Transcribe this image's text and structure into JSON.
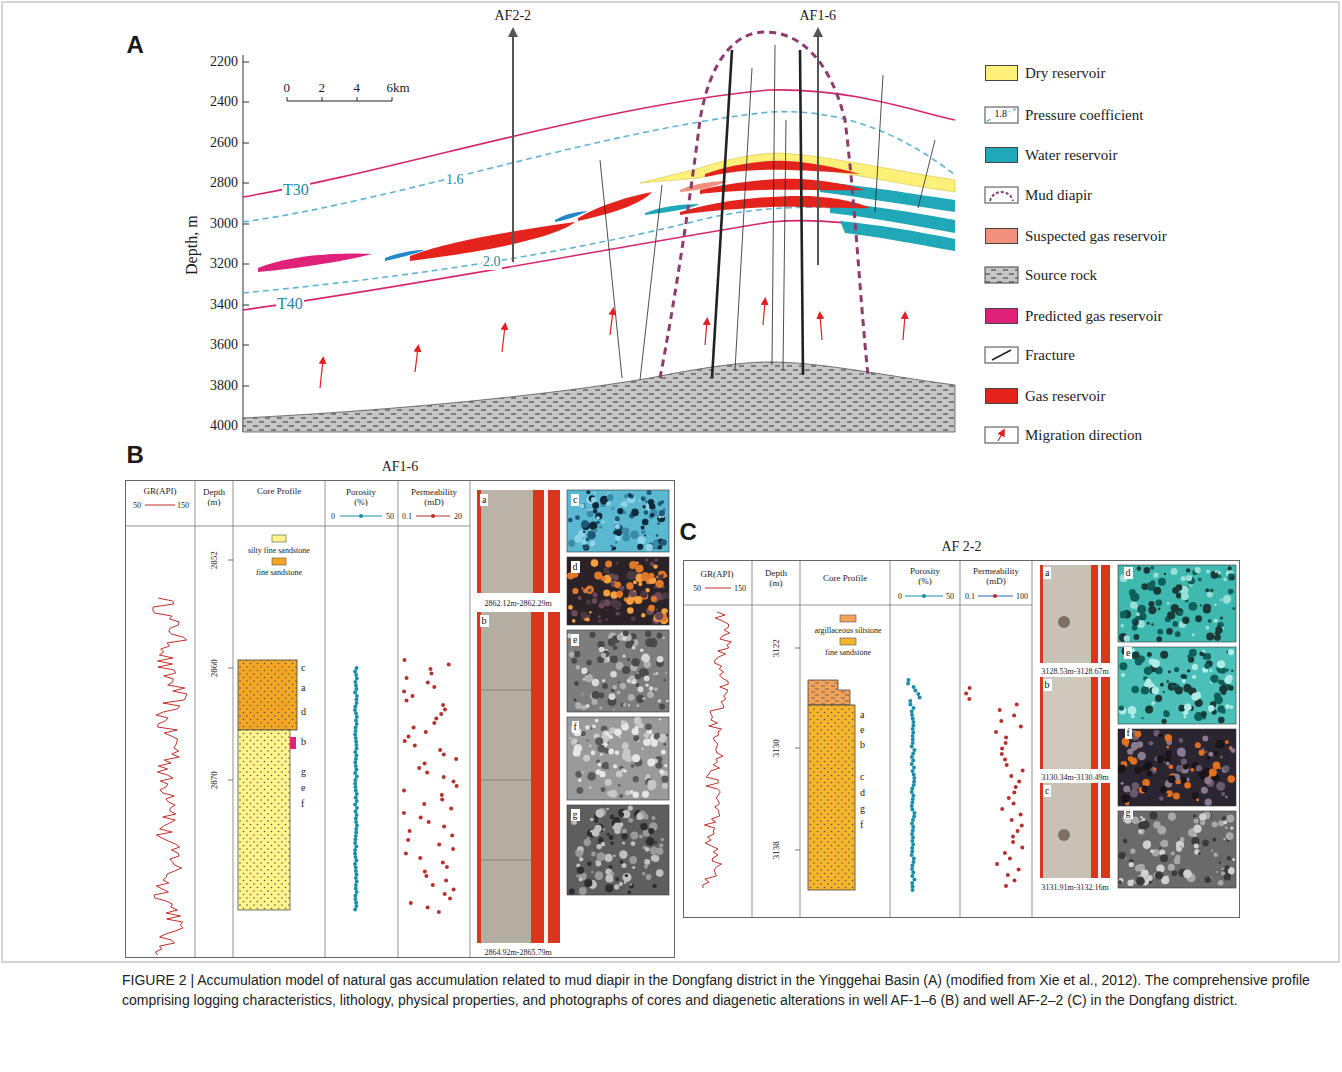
{
  "diagram": {
    "caption": "FIGURE 2 | Accumulation model of natural gas accumulation related to mud diapir in the Dongfang district in the Yinggehai Basin (A) (modified from Xie et al., 2012). The comprehensive profile comprising logging characteristics, lithology, physical properties, and photographs of cores and diagenetic alterations in well AF-1–6 (B) and well AF-2–2 (C) in the Dongfang district.",
    "nodes": [
      {
        "text": [
          "AF1-6"
        ]
      },
      {
        "text": [
          "AF 2-2"
        ]
      }
    ],
    "labels": [
      "A",
      "AF2-2",
      "AF1-6",
      "2200",
      "2400",
      "2600",
      "2800",
      "3000",
      "3200",
      "3400",
      "3600",
      "3800",
      "4000",
      "Depth, m",
      "0",
      "2",
      "4",
      "6km",
      "T30",
      "T40",
      "1.6",
      "2.0",
      "1.8",
      "B",
      "GR(API)",
      "50",
      "150",
      "Depth (m)",
      "Core Profile",
      "silty fine sandstone",
      "fine sandstone",
      "Porosity (%)",
      "0",
      "50",
      "Permeability (mD)",
      "0.1",
      "20",
      "2852",
      "2860",
      "2870",
      "c",
      "a",
      "d",
      "b",
      "g",
      "e",
      "f",
      "a",
      "b",
      "2862.12m-2862.29m",
      "2864.92m-2865.79m",
      "c",
      "d",
      "e",
      "f",
      "g",
      "C",
      "GR(API)",
      "50",
      "150",
      "Depth (m)",
      "Core Profile",
      "Porosity (%)",
      "0",
      "50",
      "Permeability (mD)",
      "0.1",
      "100",
      "3122",
      "3130",
      "3138",
      "argillaceous siltstone",
      "fine sandstone",
      "a",
      "e",
      "b",
      "c",
      "d",
      "g",
      "f",
      "a",
      "3128.53m-3128.67m",
      "b",
      "3130.34m-3130.49m",
      "c",
      "3131.91m-3132.16m",
      "d",
      "e",
      "f",
      "g"
    ],
    "legend": [
      {
        "text": "Dry reservoir",
        "color": "#fff07a"
      },
      {
        "text": "Pressure coefficient"
      },
      {
        "text": "Water reservoir",
        "color": "#20a8b8"
      },
      {
        "text": "Mud diapir"
      },
      {
        "text": "Suspected gas reservoir",
        "color": "#f2907e"
      },
      {
        "text": "Source rock"
      },
      {
        "text": "Predicted gas reservoir",
        "color": "#e0217a"
      },
      {
        "text": "Fracture"
      },
      {
        "text": "Gas reservoir",
        "color": "#e3231c"
      },
      {
        "text": "Migration direction"
      }
    ]
  }
}
